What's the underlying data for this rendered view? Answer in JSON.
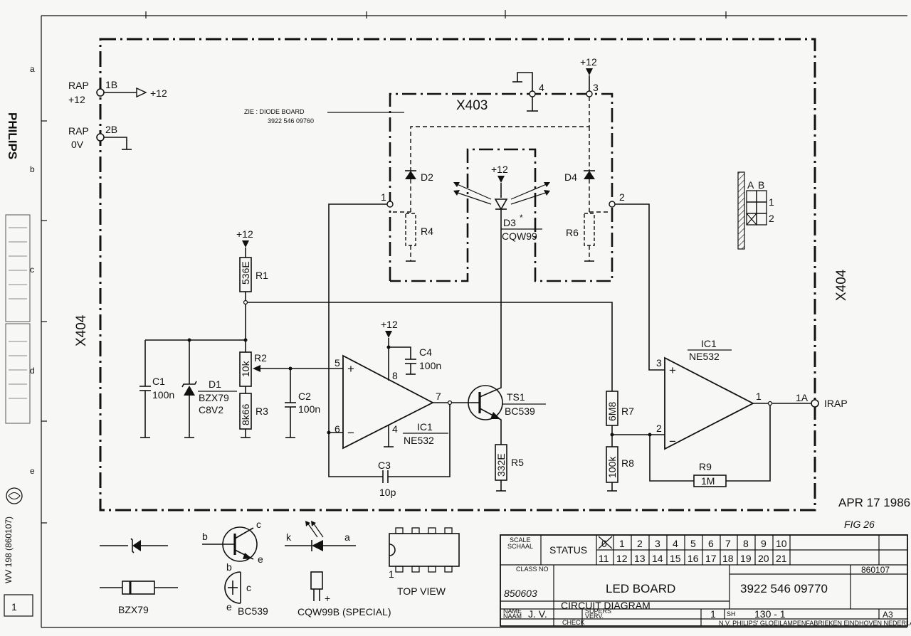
{
  "margin": {
    "rows": [
      "a",
      "b",
      "c",
      "d",
      "e"
    ],
    "brand": "PHILIPS",
    "form_code": "WV 198 (860107)",
    "box_number": "1"
  },
  "connectors": {
    "rap_12_line1": "RAP",
    "rap_12_line2": "+12",
    "rap_12_pin": "1B",
    "rap_12_out": "+12",
    "rap_0v_line1": "RAP",
    "rap_0v_line2": "0V",
    "rap_0v_pin": "2B",
    "irap_pin": "1A",
    "irap_label": "IRAP",
    "x404_left": "X404",
    "x404_right": "X404",
    "x403": "X403",
    "x403_pin1": "1",
    "x403_pin2": "2",
    "x403_pin3": "3",
    "x403_pin4": "4",
    "supply_x403": "+12",
    "note_line1": "ZIE : DIODE BOARD",
    "note_line2": "3922 546 09760"
  },
  "components": {
    "R1": {
      "ref": "R1",
      "value": "536E"
    },
    "R2": {
      "ref": "R2",
      "value": "10k"
    },
    "R3": {
      "ref": "R3",
      "value": "8k66"
    },
    "R4": {
      "ref": "R4"
    },
    "R5": {
      "ref": "R5",
      "value": "332E"
    },
    "R6": {
      "ref": "R6"
    },
    "R7": {
      "ref": "R7",
      "value": "6M8"
    },
    "R8": {
      "ref": "R8",
      "value": "100k"
    },
    "R9": {
      "ref": "R9",
      "value": "1M"
    },
    "C1": {
      "ref": "C1",
      "value": "100n"
    },
    "C2": {
      "ref": "C2",
      "value": "100n"
    },
    "C3": {
      "ref": "C3",
      "value": "10p"
    },
    "C4": {
      "ref": "C4",
      "value": "100n"
    },
    "D1": {
      "ref": "D1",
      "value1": "BZX79",
      "value2": "C8V2"
    },
    "D2": {
      "ref": "D2"
    },
    "D3": {
      "ref": "D3",
      "mark": "*",
      "value": "CQW99"
    },
    "D4": {
      "ref": "D4"
    },
    "TS1": {
      "ref": "TS1",
      "value": "BC539"
    },
    "IC1a": {
      "ref": "IC1",
      "value": "NE532",
      "pin_plus": "5",
      "pin_minus": "6",
      "pin_out": "7",
      "pin_supply": "8",
      "pin_gnd": "4",
      "plus": "+",
      "minus": "−"
    },
    "IC1b": {
      "ref": "IC1",
      "value": "NE532",
      "pin_plus": "3",
      "pin_minus": "2",
      "pin_out": "1",
      "plus": "+",
      "minus": "−"
    },
    "supply_r1": "+12",
    "supply_c4": "+12",
    "supply_d3": "+12"
  },
  "location_grid": {
    "col_a": "A",
    "col_b": "B",
    "row_1": "1",
    "row_2": "2"
  },
  "stamp": {
    "date": "APR 17 1986",
    "fig": "FIG 26"
  },
  "legend": {
    "bzx79": "BZX79",
    "bc539": "BC539",
    "bc539_b": "b",
    "bc539_c": "c",
    "bc539_e": "e",
    "bc539_b2": "b",
    "bc539_c2": "c",
    "bc539_e2": "e",
    "cqw99b": "CQW99B (SPECIAL)",
    "cqw_k": "k",
    "cqw_a": "a",
    "cqw_plus": "+",
    "ic_pin1": "1",
    "top_view": "TOP VIEW"
  },
  "title_block": {
    "scale_1": "SCALE",
    "scale_2": "SCHAAL",
    "status": "STATUS",
    "nums_row1": [
      "0",
      "1",
      "2",
      "3",
      "4",
      "5",
      "6",
      "7",
      "8",
      "9",
      "10"
    ],
    "nums_row2": [
      "11",
      "12",
      "13",
      "14",
      "15",
      "16",
      "17",
      "18",
      "19",
      "20",
      "21"
    ],
    "class_no": "CLASS NO",
    "form_no": "860107",
    "title": "LED BOARD",
    "number": "3922 546 09770",
    "subtitle": "CIRCUIT DIAGRAM",
    "handwritten_no": "850603",
    "name_lbl_1": "NAME",
    "name_lbl_2": "NAAM",
    "name": "J. V.",
    "supers_1": "SUPERS",
    "supers_2": "VERV.",
    "sheet_no": "1",
    "sheet_lbl": "SH",
    "drawing_no": "130 - 1",
    "size": "A3",
    "check": "CHECK",
    "company": "N.V. PHILIPS' GLOEILAMPENFABRIEKEN EINDHOVEN  NEDERLAND"
  }
}
